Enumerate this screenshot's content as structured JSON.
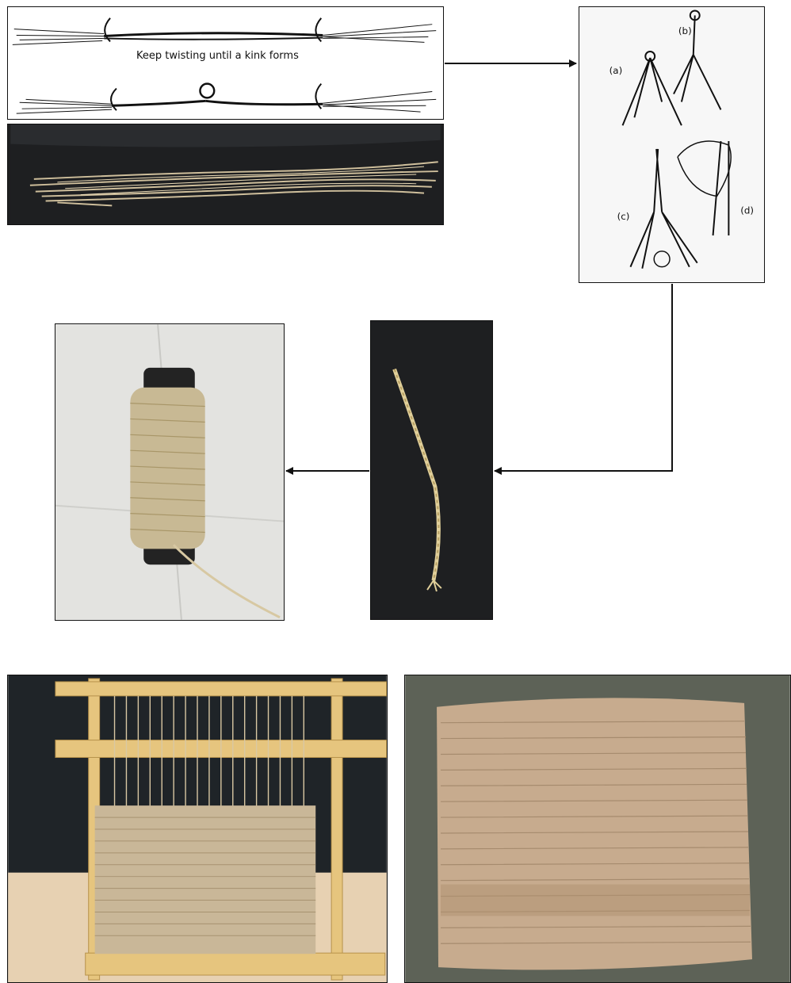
{
  "figure": {
    "twist_caption": "Keep twisting until a kink forms",
    "ply_labels": {
      "a": "(a)",
      "b": "(b)",
      "c": "(c)",
      "d": "(d)"
    },
    "colors": {
      "fiber": "#d9c8a3",
      "mat": "#1e1f21",
      "line": "#111111",
      "wood": "#e6c57e",
      "carpet": "#5d6257",
      "textile": "#c7ab8e"
    }
  },
  "panels": [
    {
      "id": "twisting-sketch",
      "icon": "twisted-fiber-sketch"
    },
    {
      "id": "raw-fiber-photo",
      "icon": "raw-fiber-bundle"
    },
    {
      "id": "plying-steps-sketch",
      "icon": "two-ply-twisting-steps"
    },
    {
      "id": "single-twine-photo",
      "icon": "twisted-twine"
    },
    {
      "id": "spooled-yarn-photo",
      "icon": "yarn-spool"
    },
    {
      "id": "loom-weaving-photo",
      "icon": "wooden-frame-loom"
    },
    {
      "id": "woven-textile-photo",
      "icon": "woven-sample"
    }
  ]
}
